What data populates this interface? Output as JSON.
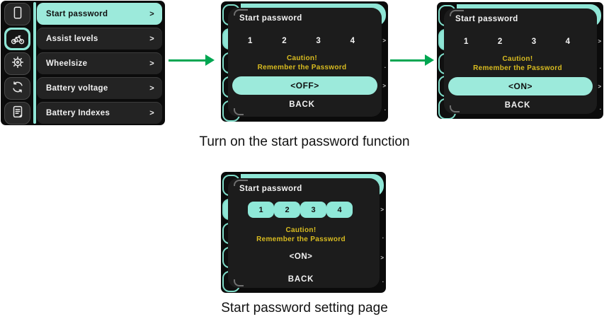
{
  "ui": {
    "teal": "#8fe6d6",
    "yellow": "#d9bc20",
    "arrow_green": "#00a651",
    "side_markers": [
      ">",
      ".",
      ">",
      "."
    ]
  },
  "menu_screen": {
    "chevron": ">",
    "sidebar": [
      {
        "icon": "display-icon",
        "selected": false
      },
      {
        "icon": "bike-icon",
        "selected": true
      },
      {
        "icon": "gear-icon",
        "selected": false
      },
      {
        "icon": "sync-icon",
        "selected": false
      },
      {
        "icon": "document-icon",
        "selected": false
      }
    ],
    "items": [
      {
        "label": "Start password",
        "selected": true
      },
      {
        "label": "Assist levels",
        "selected": false
      },
      {
        "label": "Wheelsize",
        "selected": false
      },
      {
        "label": "Battery voltage",
        "selected": false
      },
      {
        "label": "Battery Indexes",
        "selected": false
      }
    ]
  },
  "popup_off": {
    "title": "Start password",
    "digits": [
      "1",
      "2",
      "3",
      "4"
    ],
    "caution1": "Caution!",
    "caution2": "Remember the Password",
    "toggle": "<OFF>",
    "back": "BACK"
  },
  "popup_on": {
    "title": "Start password",
    "digits": [
      "1",
      "2",
      "3",
      "4"
    ],
    "caution1": "Caution!",
    "caution2": "Remember the Password",
    "toggle": "<ON>",
    "back": "BACK"
  },
  "popup_setting": {
    "title": "Start password",
    "digits": [
      "1",
      "2",
      "3",
      "4"
    ],
    "caution1": "Caution!",
    "caution2": "Remember the Password",
    "toggle": "<ON>",
    "back": "BACK"
  },
  "captions": {
    "turn_on": "Turn on the start password function",
    "setting_page": "Start password setting page"
  }
}
